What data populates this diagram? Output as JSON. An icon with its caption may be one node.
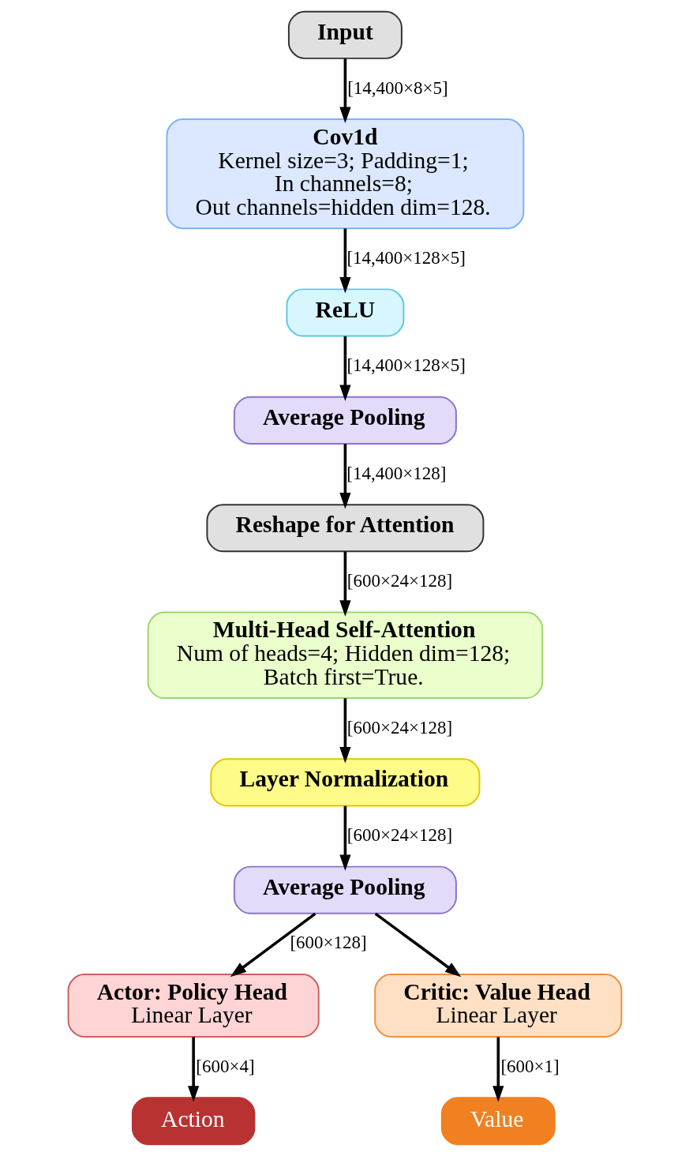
{
  "diagram": {
    "nodes": [
      {
        "text": [
          "Input"
        ]
      },
      {
        "text": [
          "Cov1d",
          "Kernel size=3; Padding=1;",
          "In channels=8;",
          "Out channels=hidden dim=128."
        ]
      },
      {
        "text": [
          "ReLU"
        ]
      },
      {
        "text": [
          "Average Pooling"
        ]
      },
      {
        "text": [
          "Reshape for Attention"
        ]
      },
      {
        "text": [
          "Multi-Head Self-Attention",
          "Num of heads=4; Hidden dim=128;",
          "Batch first=True."
        ]
      },
      {
        "text": [
          "Layer Normalization"
        ]
      },
      {
        "text": [
          "Average Pooling"
        ]
      },
      {
        "text": [
          "Actor: Policy Head",
          "Linear Layer"
        ]
      },
      {
        "text": [
          "Critic: Value Head",
          "Linear Layer"
        ]
      },
      {
        "text": [
          "Action"
        ]
      },
      {
        "text": [
          "Value"
        ]
      }
    ],
    "edges": [
      {
        "from": 0,
        "to": 1,
        "arrow": "to",
        "label": "[14,400×8×5]"
      },
      {
        "from": 1,
        "to": 2,
        "arrow": "to",
        "label": "[14,400×128×5]"
      },
      {
        "from": 2,
        "to": 3,
        "arrow": "to",
        "label": "[14,400×128×5]"
      },
      {
        "from": 3,
        "to": 4,
        "arrow": "to",
        "label": "[14,400×128]"
      },
      {
        "from": 4,
        "to": 5,
        "arrow": "to",
        "label": "[600×24×128]"
      },
      {
        "from": 5,
        "to": 6,
        "arrow": "to",
        "label": "[600×24×128]"
      },
      {
        "from": 6,
        "to": 7,
        "arrow": "to",
        "label": "[600×24×128]"
      },
      {
        "from": 7,
        "to": 8,
        "arrow": "to",
        "label": "[600×128]"
      },
      {
        "from": 7,
        "to": 9,
        "arrow": "to"
      },
      {
        "from": 8,
        "to": 10,
        "arrow": "to",
        "label": "[600×4]"
      },
      {
        "from": 9,
        "to": 11,
        "arrow": "to",
        "label": "[600×1]"
      }
    ]
  }
}
